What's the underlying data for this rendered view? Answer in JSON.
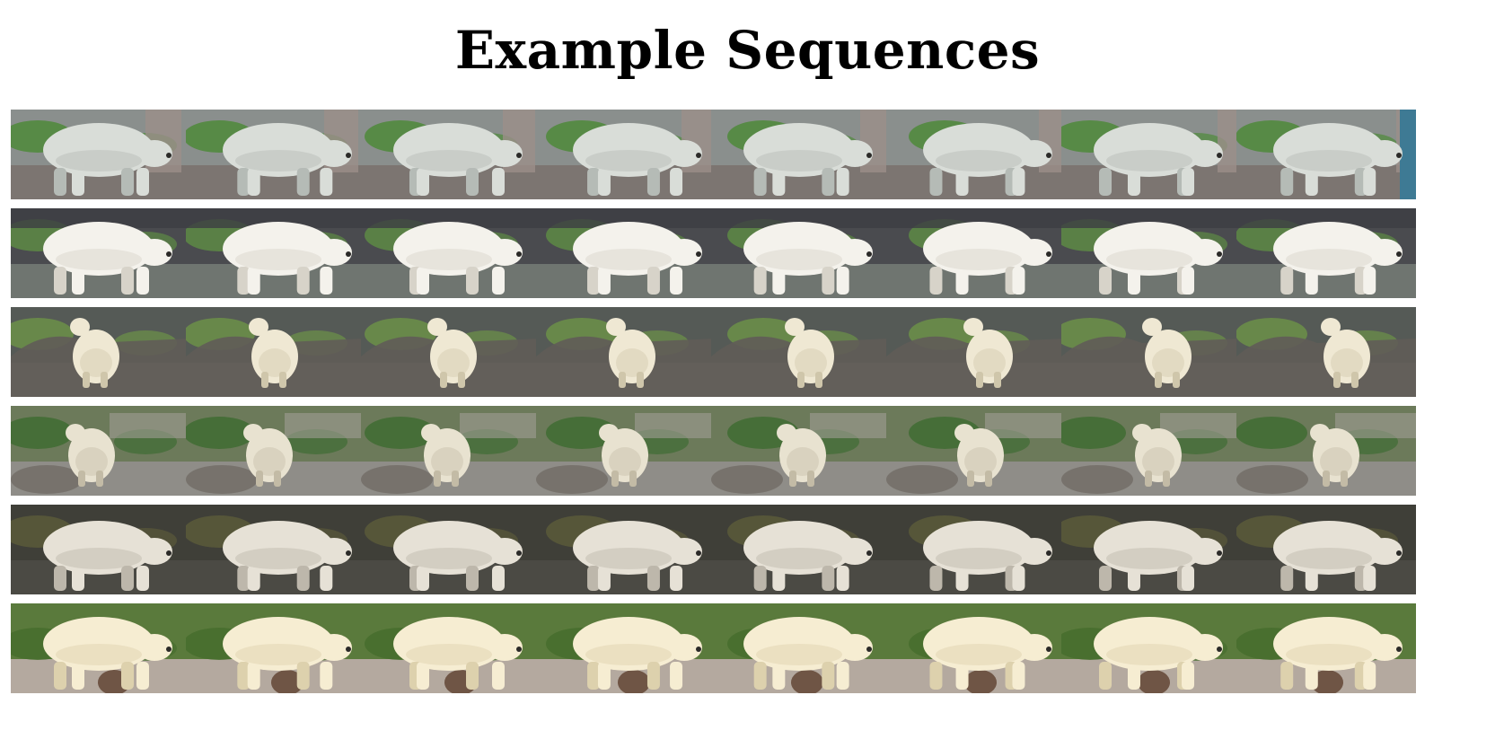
{
  "title": "Example Sequences",
  "sequences": [
    {
      "id": 1,
      "frames": 8,
      "palette": {
        "bg_top": "#8a8f8d",
        "ground": "#7c7571",
        "grass": "#4e8a3a",
        "bear": "#d9ddd8",
        "shade": "#b5bbb6",
        "accent": "#9b8f8a"
      }
    },
    {
      "id": 2,
      "frames": 8,
      "palette": {
        "bg_top": "#4a4b4f",
        "ground": "#6f7570",
        "grass": "#5d8a44",
        "bear": "#f4f2ec",
        "shade": "#d7d3c9",
        "accent": "#3c3d42"
      }
    },
    {
      "id": 3,
      "frames": 8,
      "palette": {
        "bg_top": "#555a56",
        "ground": "#7d7a76",
        "grass": "#6c9148",
        "bear": "#efe8d3",
        "shade": "#cfc6ab",
        "accent": "#615c58"
      }
    },
    {
      "id": 4,
      "frames": 8,
      "palette": {
        "bg_top": "#6c7a5a",
        "ground": "#8f8d88",
        "grass": "#3f6c33",
        "bear": "#e8e2d0",
        "shade": "#c3bba6",
        "accent": "#a09c95"
      }
    },
    {
      "id": 5,
      "frames": 8,
      "palette": {
        "bg_top": "#3f3f38",
        "ground": "#4b4a44",
        "grass": "#5b5a3a",
        "bear": "#e6e1d6",
        "shade": "#bdb7ab",
        "accent": "#2e2e29"
      }
    },
    {
      "id": 6,
      "frames": 8,
      "palette": {
        "bg_top": "#5a7a3c",
        "ground": "#b4a99f",
        "grass": "#466d2d",
        "bear": "#f6edd2",
        "shade": "#ddd1ad",
        "accent": "#6f5545"
      }
    }
  ]
}
